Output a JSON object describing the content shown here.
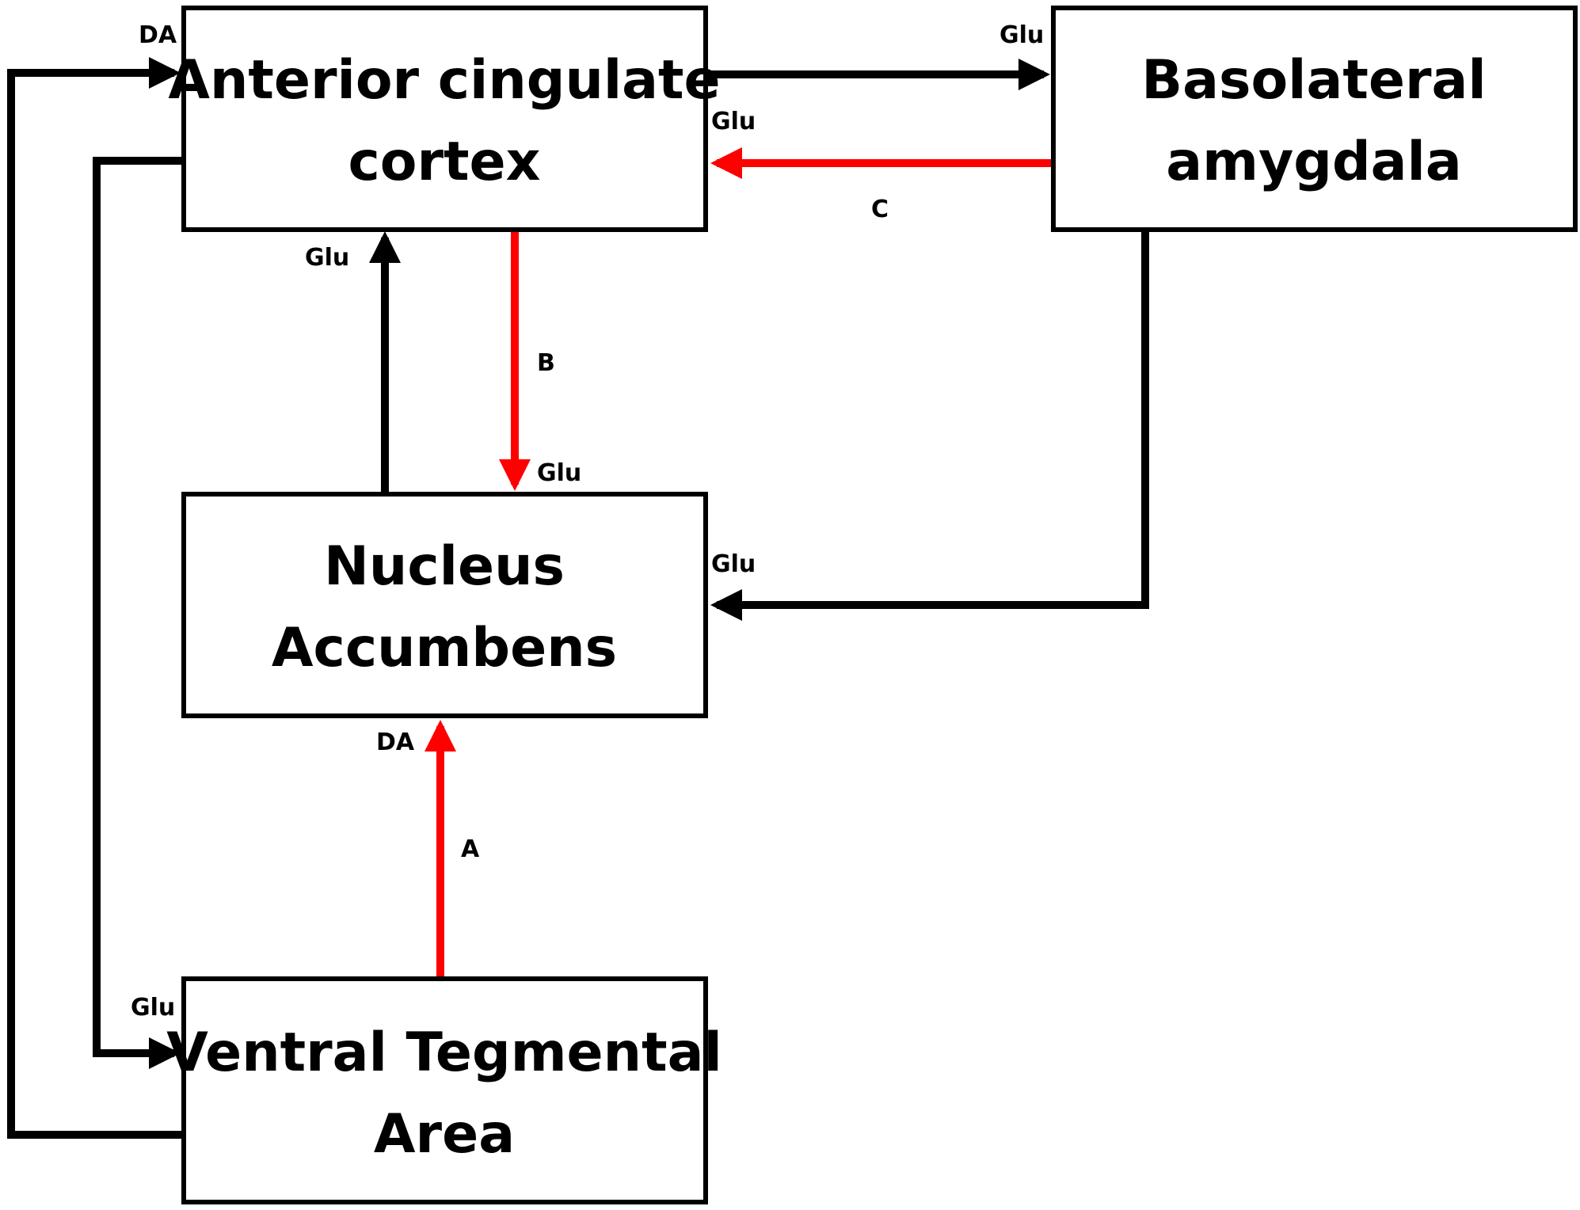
{
  "colors": {
    "highlight": "#ff0000",
    "normal": "#000000"
  },
  "boxes": {
    "acc": {
      "line1": "Anterior cingulate",
      "line2": "cortex"
    },
    "bla": {
      "line1": "Basolateral",
      "line2": "amygdala"
    },
    "nac": {
      "line1": "Nucleus",
      "line2": "Accumbens"
    },
    "vta": {
      "line1": "Ventral Tegmental",
      "line2": "Area"
    }
  },
  "edges": {
    "vta_to_acc": {
      "neurotransmitter": "DA"
    },
    "acc_to_bla": {
      "neurotransmitter": "Glu"
    },
    "bla_to_acc": {
      "neurotransmitter": "Glu",
      "path_letter": "C"
    },
    "nac_to_acc": {
      "neurotransmitter": "Glu"
    },
    "acc_to_nac": {
      "neurotransmitter": "Glu",
      "path_letter": "B"
    },
    "bla_to_nac": {
      "neurotransmitter": "Glu"
    },
    "vta_to_nac": {
      "neurotransmitter": "DA",
      "path_letter": "A"
    },
    "acc_to_vta": {
      "neurotransmitter": "Glu"
    }
  }
}
